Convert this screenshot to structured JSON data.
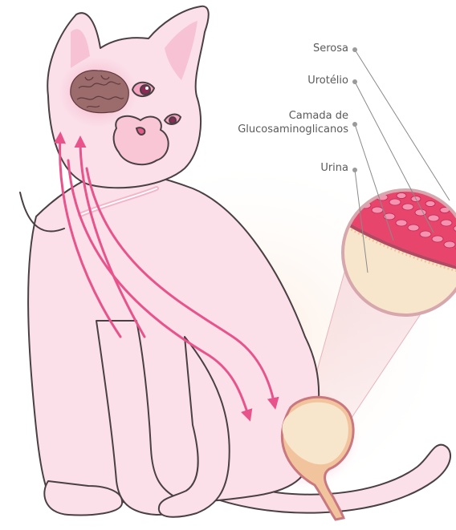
{
  "labels": {
    "serosa": "Serosa",
    "urotelio": "Urotélio",
    "camada_line1": "Camada de",
    "camada_line2": "Glucosaminoglicanos",
    "urina": "Urina"
  },
  "colors": {
    "cat_fill": "#fbe0ea",
    "cat_outline": "#4a4044",
    "arrow_pink": "#e8538c",
    "brain": "#8a5a5c",
    "cell_red": "#e0476e",
    "cell_pink": "#f29ab4",
    "urine": "#f8e6cc",
    "bladder_glow": "#f26a97",
    "label_text": "#5a5a5a",
    "pointer_dot": "#9a9a9a"
  }
}
